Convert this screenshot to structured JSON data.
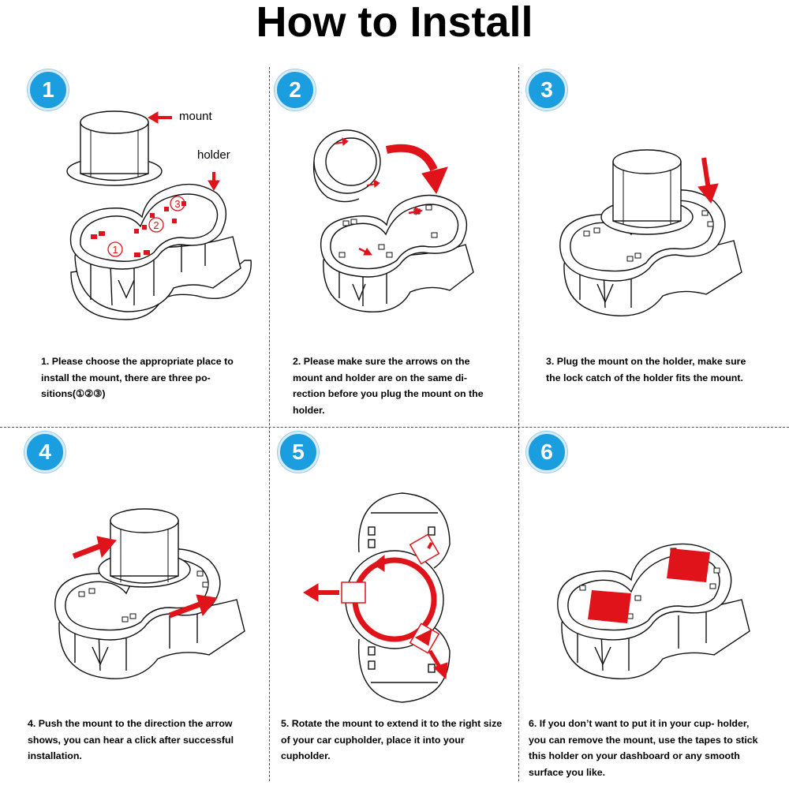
{
  "title": "How to Install",
  "accent": "#1a9ee0",
  "arrow_color": "#e0131b",
  "steps": [
    {
      "number": "1",
      "caption": "1. Please choose the appropriate place to install the mount, there are three po- sitions(①②③)",
      "labels": {
        "mount": "mount",
        "holder": "holder",
        "p1": "1",
        "p2": "2",
        "p3": "3"
      }
    },
    {
      "number": "2",
      "caption": "2. Please make sure the arrows on the mount and holder are on the same di- rection before you plug the mount on the holder."
    },
    {
      "number": "3",
      "caption": "3. Plug the mount on the holder, make sure the lock catch of the holder fits the mount."
    },
    {
      "number": "4",
      "caption": "4. Push the mount to the direction the arrow shows, you can hear a click after successful installation."
    },
    {
      "number": "5",
      "caption": "5. Rotate the mount to extend it to the right size of your car cupholder, place it into your cupholder."
    },
    {
      "number": "6",
      "caption": "6. If you don’t want to put it in your cup- holder, you can remove the mount, use the tapes to stick this holder on your dashboard or any smooth surface you like."
    }
  ]
}
